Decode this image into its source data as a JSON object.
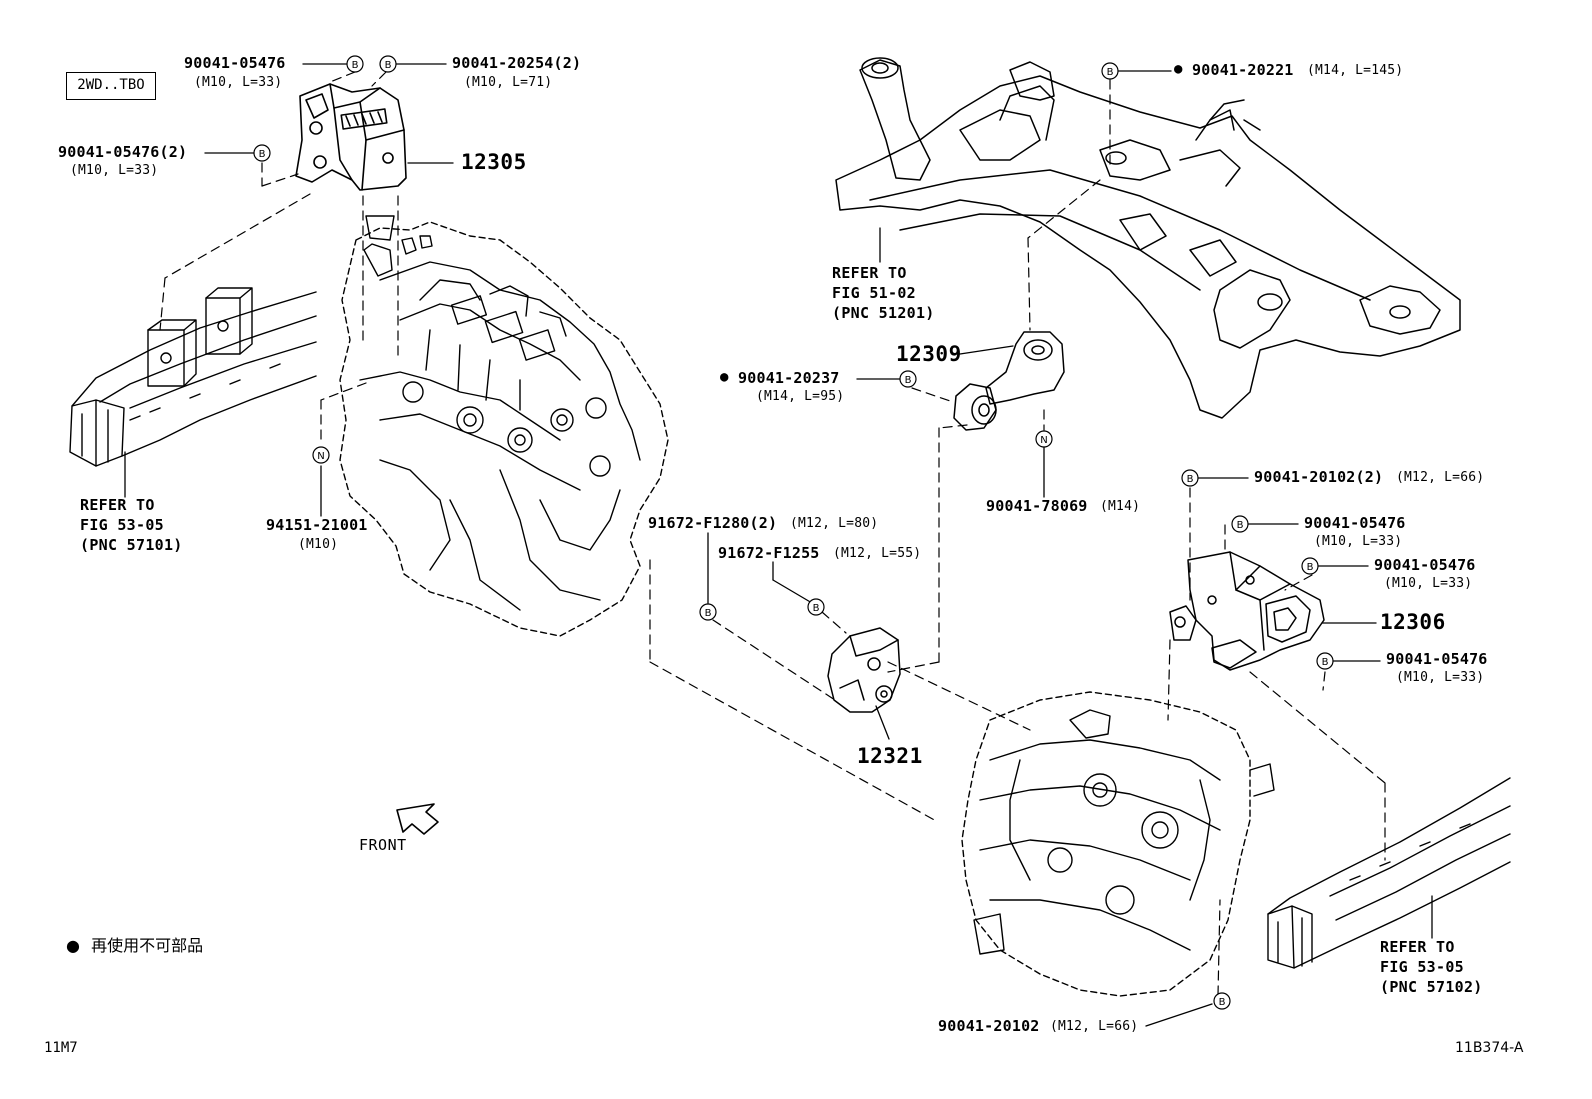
{
  "variant": "2WD..TBO",
  "legend": {
    "symbol": "●",
    "text": "再使用不可部品"
  },
  "front_label": "FRONT",
  "page_code": "11M7",
  "figure_code": "11B374-A",
  "callouts": {
    "b_tl1": {
      "pn": "90041-05476",
      "spec": "(M10, L=33)"
    },
    "b_tl2": {
      "pn": "90041-20254(2)",
      "spec": "(M10, L=71)"
    },
    "b_tl3": {
      "pn": "90041-05476(2)",
      "spec": "(M10, L=33)"
    },
    "p12305": {
      "pn": "12305"
    },
    "ref_left": {
      "l1": "REFER TO",
      "l2": "FIG 53-05",
      "l3": "(PNC 57101)"
    },
    "n_94151": {
      "pn": "94151-21001",
      "spec": "(M10)"
    },
    "b_top_right": {
      "marker": "●",
      "pn": "90041-20221",
      "spec": "(M14, L=145)"
    },
    "ref_member": {
      "l1": "REFER TO",
      "l2": "FIG 51-02",
      "l3": "(PNC 51201)"
    },
    "p12309": {
      "pn": "12309"
    },
    "b_20237": {
      "marker": "●",
      "pn": "90041-20237",
      "spec": "(M14, L=95)"
    },
    "n_78069": {
      "pn": "90041-78069",
      "spec": "(M14)"
    },
    "b_20102a": {
      "pn": "90041-20102(2)",
      "spec": "(M12, L=66)"
    },
    "b_r1": {
      "pn": "90041-05476",
      "spec": "(M10, L=33)"
    },
    "b_r2": {
      "pn": "90041-05476",
      "spec": "(M10, L=33)"
    },
    "p12306": {
      "pn": "12306"
    },
    "b_r3": {
      "pn": "90041-05476",
      "spec": "(M10, L=33)"
    },
    "b_f1280": {
      "pn": "91672-F1280(2)",
      "spec": "(M12, L=80)"
    },
    "b_f1255": {
      "pn": "91672-F1255",
      "spec": "(M12, L=55)"
    },
    "p12321": {
      "pn": "12321"
    },
    "ref_right": {
      "l1": "REFER TO",
      "l2": "FIG 53-05",
      "l3": "(PNC 57102)"
    },
    "b_20102b": {
      "pn": "90041-20102",
      "spec": "(M12, L=66)"
    }
  },
  "markers": {
    "bolt": "B",
    "nut": "N"
  }
}
